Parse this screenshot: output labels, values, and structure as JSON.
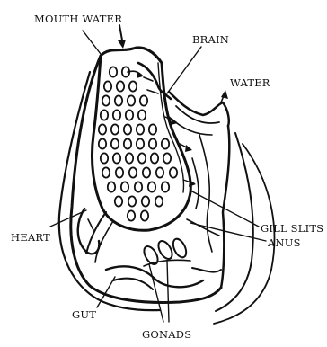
{
  "labels": {
    "mouth_water": "MOUTH WATER",
    "brain": "BRAIN",
    "water": "WATER",
    "heart": "HEART",
    "gill_slits": "GILL SLITS",
    "anus": "ANUS",
    "gut": "GUT",
    "gonads": "GONADS"
  },
  "colors": {
    "ink": "#111111",
    "paper": "#ffffff"
  }
}
